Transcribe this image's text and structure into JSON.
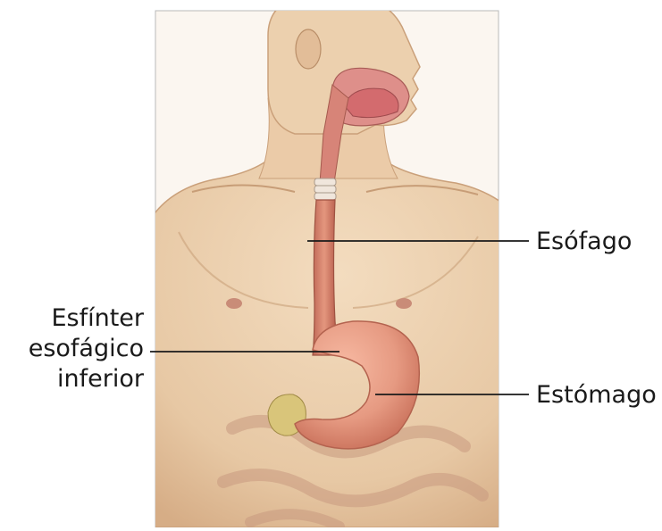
{
  "labels": {
    "esophagus": "Esófago",
    "stomach": "Estómago",
    "sphincter": [
      "Esfínter",
      "esofágico",
      "inferior"
    ]
  },
  "colors": {
    "background": "#ffffff",
    "skin": "#ecd2b2",
    "skin_shadow": "#d4b08c",
    "esophagus": "#d8826a",
    "stomach": "#e69a82",
    "mouth_interior": "#d9727a",
    "leader_line": "#1a1a1a",
    "frame": "#b9b9b9"
  }
}
